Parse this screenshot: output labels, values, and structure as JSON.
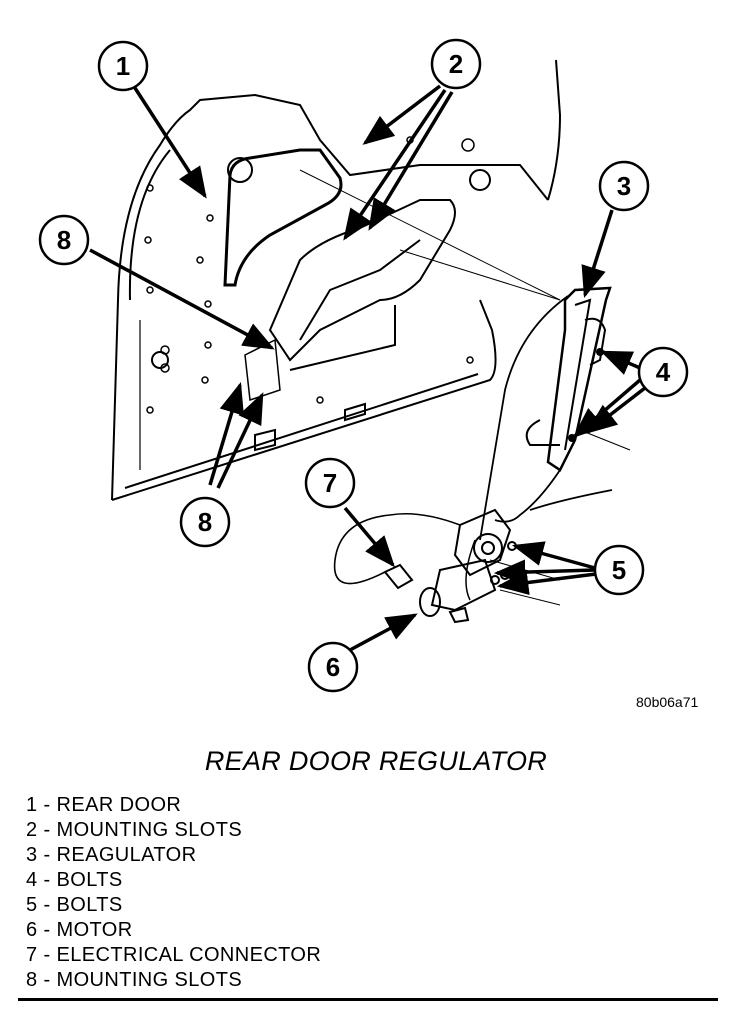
{
  "figure": {
    "id": "80b06a71",
    "caption": "REAR DOOR REGULATOR"
  },
  "callouts": [
    {
      "key": "1"
    },
    {
      "key": "2"
    },
    {
      "key": "3"
    },
    {
      "key": "4"
    },
    {
      "key": "5"
    },
    {
      "key": "6"
    },
    {
      "key": "7"
    },
    {
      "key": "8a"
    },
    {
      "key": "8b"
    }
  ],
  "callout_labels": [
    "1",
    "2",
    "3",
    "4",
    "5",
    "6",
    "7",
    "8",
    "8"
  ],
  "legend": [
    {
      "num": "1",
      "text": "REAR DOOR"
    },
    {
      "num": "2",
      "text": "MOUNTING SLOTS"
    },
    {
      "num": "3",
      "text": "REAGULATOR"
    },
    {
      "num": "4",
      "text": "BOLTS"
    },
    {
      "num": "5",
      "text": "BOLTS"
    },
    {
      "num": "6",
      "text": "MOTOR"
    },
    {
      "num": "7",
      "text": "ELECTRICAL CONNECTOR"
    },
    {
      "num": "8",
      "text": "MOUNTING SLOTS"
    }
  ],
  "colors": {
    "ink": "#000000",
    "paper": "#ffffff"
  }
}
